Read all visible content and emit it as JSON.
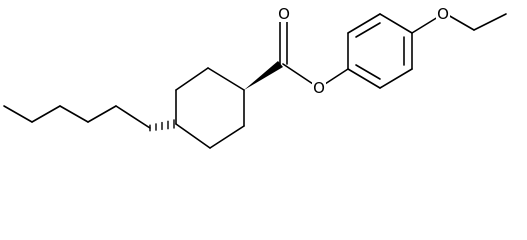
{
  "structure": {
    "atoms": {
      "carbonyl_oxygen": "O",
      "ester_oxygen": "O",
      "ether_oxygen": "O"
    }
  }
}
